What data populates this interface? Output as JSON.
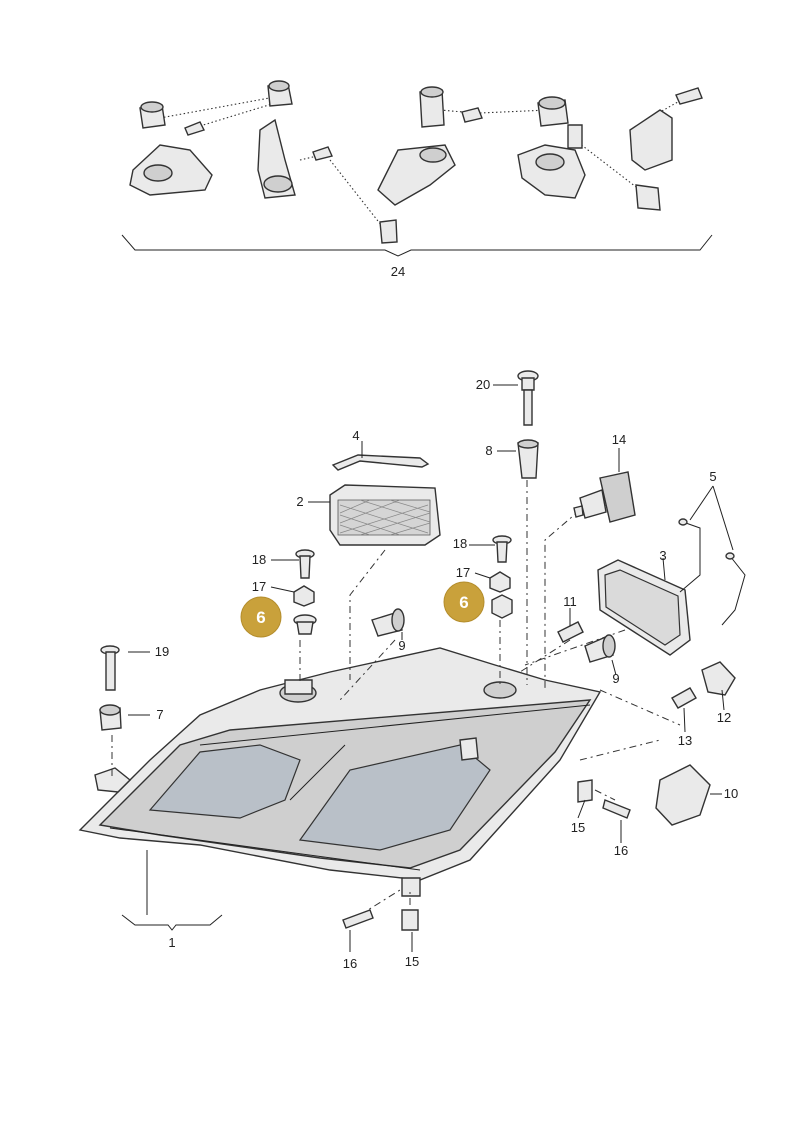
{
  "callouts": {
    "p24": "24",
    "p20": "20",
    "p4": "4",
    "p2": "2",
    "p8": "8",
    "p14": "14",
    "p5": "5",
    "p18a": "18",
    "p18b": "18",
    "p17a": "17",
    "p17b": "17",
    "p3": "3",
    "p6a": "6",
    "p6b": "6",
    "p9a": "9",
    "p9b": "9",
    "p11": "11",
    "p19": "19",
    "p7": "7",
    "p12": "12",
    "p13": "13",
    "p10": "10",
    "p15a": "15",
    "p15b": "15",
    "p16a": "16",
    "p16b": "16",
    "p1": "1"
  },
  "highlight_color": "#c9a13b"
}
